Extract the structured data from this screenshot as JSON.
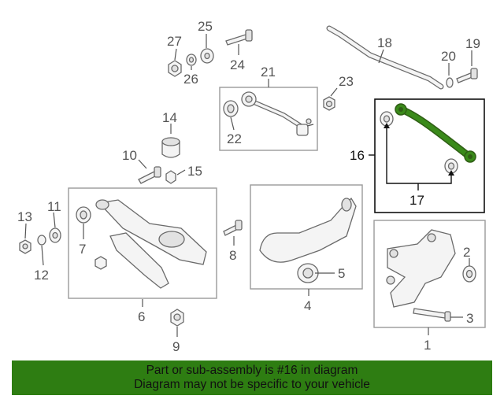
{
  "diagram": {
    "callouts": {
      "c1": "1",
      "c2": "2",
      "c3": "3",
      "c4": "4",
      "c5": "5",
      "c6": "6",
      "c7": "7",
      "c8": "8",
      "c9": "9",
      "c10": "10",
      "c11": "11",
      "c12": "12",
      "c13": "13",
      "c14": "14",
      "c15": "15",
      "c16": "16",
      "c17": "17",
      "c18": "18",
      "c19": "19",
      "c20": "20",
      "c21": "21",
      "c22": "22",
      "c23": "23",
      "c24": "24",
      "c25": "25",
      "c26": "26",
      "c27": "27"
    },
    "highlight_color": "#3a8a1a"
  },
  "banner": {
    "line1": "Part or sub-assembly is #16 in diagram",
    "line2": "Diagram may not be specific to your vehicle",
    "background": "#2e7d12"
  }
}
